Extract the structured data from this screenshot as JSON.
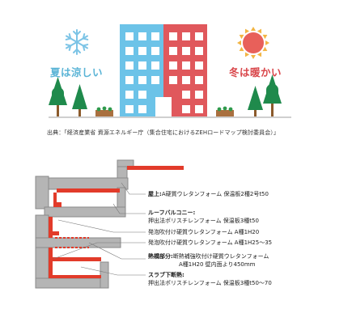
{
  "captions": {
    "summer": "夏は涼しい",
    "winter": "冬は暖かい"
  },
  "source": "出典：「経済産業省 資源エネルギー庁（集合住宅におけるZEHロードマップ検討委員会）」",
  "labels": {
    "rooftop": {
      "head": "屋上:",
      "text": "A硬質ウレタンフォーム 保温板2種2号t50"
    },
    "balcony": {
      "head": "ルーフバルコニー:",
      "text": "押出法ポリスチレンフォーム 保温板3種t50"
    },
    "foam1": {
      "text": "発泡吹付け硬質ウレタンフォーム A種1H20"
    },
    "foam2": {
      "text": "発泡吹付け硬質ウレタンフォーム A種1H25～35"
    },
    "thermal": {
      "head": "熱橋部分:",
      "text": "断熱補強吹付け硬質ウレタンフォーム",
      "line2": "A種1H20 壁内面より450mm"
    },
    "slab": {
      "head": "スラブ下断熱:",
      "text": "押出法ポリスチレンフォーム 保温板3種t50～70"
    }
  },
  "colors": {
    "building_blue": "#6cc3e8",
    "building_red": "#e0585c",
    "tree": "#1f8a4c",
    "insulation": "#e23b2a",
    "concrete": "#b5b5b5",
    "summer_text": "#5ab4d6",
    "winter_text": "#d9474b",
    "sun": "#e8605a",
    "sun_rays": "#f2b544",
    "snow": "#7cc4e6"
  },
  "icons": [
    "snowflake-icon",
    "sun-icon"
  ]
}
